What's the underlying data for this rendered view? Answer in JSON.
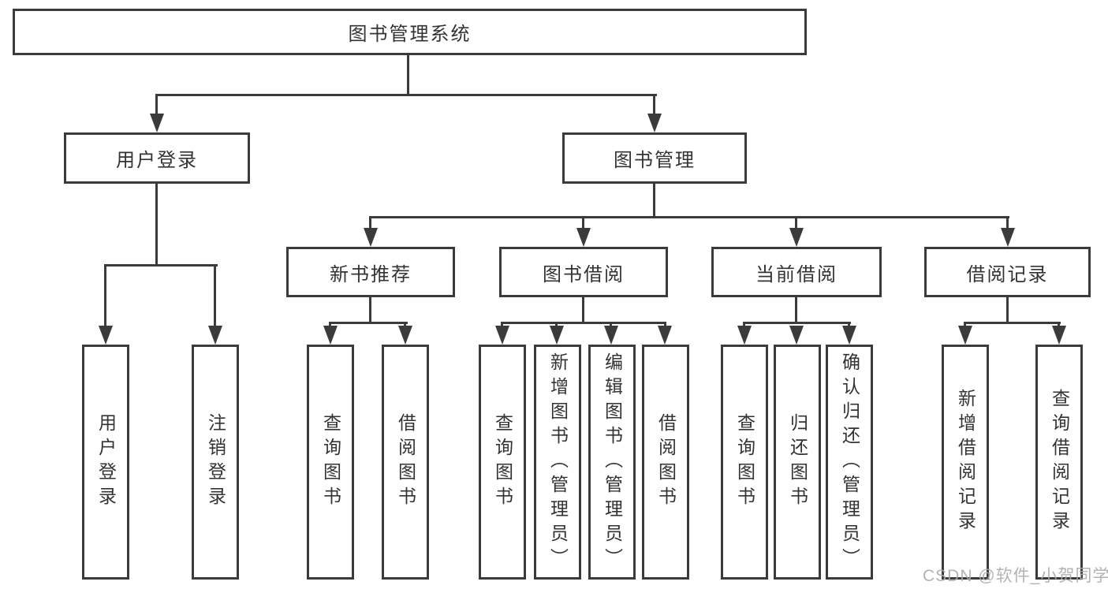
{
  "tree": {
    "label": "图书管理系统",
    "children": [
      {
        "label": "用户登录",
        "children": [
          {
            "label": "用户登录"
          },
          {
            "label": "注销登录"
          }
        ]
      },
      {
        "label": "图书管理",
        "children": [
          {
            "label": "新书推荐",
            "children": [
              {
                "label": "查询图书"
              },
              {
                "label": "借阅图书"
              }
            ]
          },
          {
            "label": "图书借阅",
            "children": [
              {
                "label": "查询图书"
              },
              {
                "label": "新增图书（管理员）"
              },
              {
                "label": "编辑图书（管理员）"
              },
              {
                "label": "借阅图书"
              }
            ]
          },
          {
            "label": "当前借阅",
            "children": [
              {
                "label": "查询图书"
              },
              {
                "label": "归还图书"
              },
              {
                "label": "确认归还（管理员）"
              }
            ]
          },
          {
            "label": "借阅记录",
            "children": [
              {
                "label": "新增借阅记录"
              },
              {
                "label": "查询借阅记录"
              }
            ]
          }
        ]
      }
    ]
  },
  "watermark": {
    "text": "CSDN @软件_小贺同学"
  },
  "colors": {
    "line": "#3b3b3b",
    "text": "#333333",
    "watermark": "#ababab",
    "background": "#ffffff"
  }
}
